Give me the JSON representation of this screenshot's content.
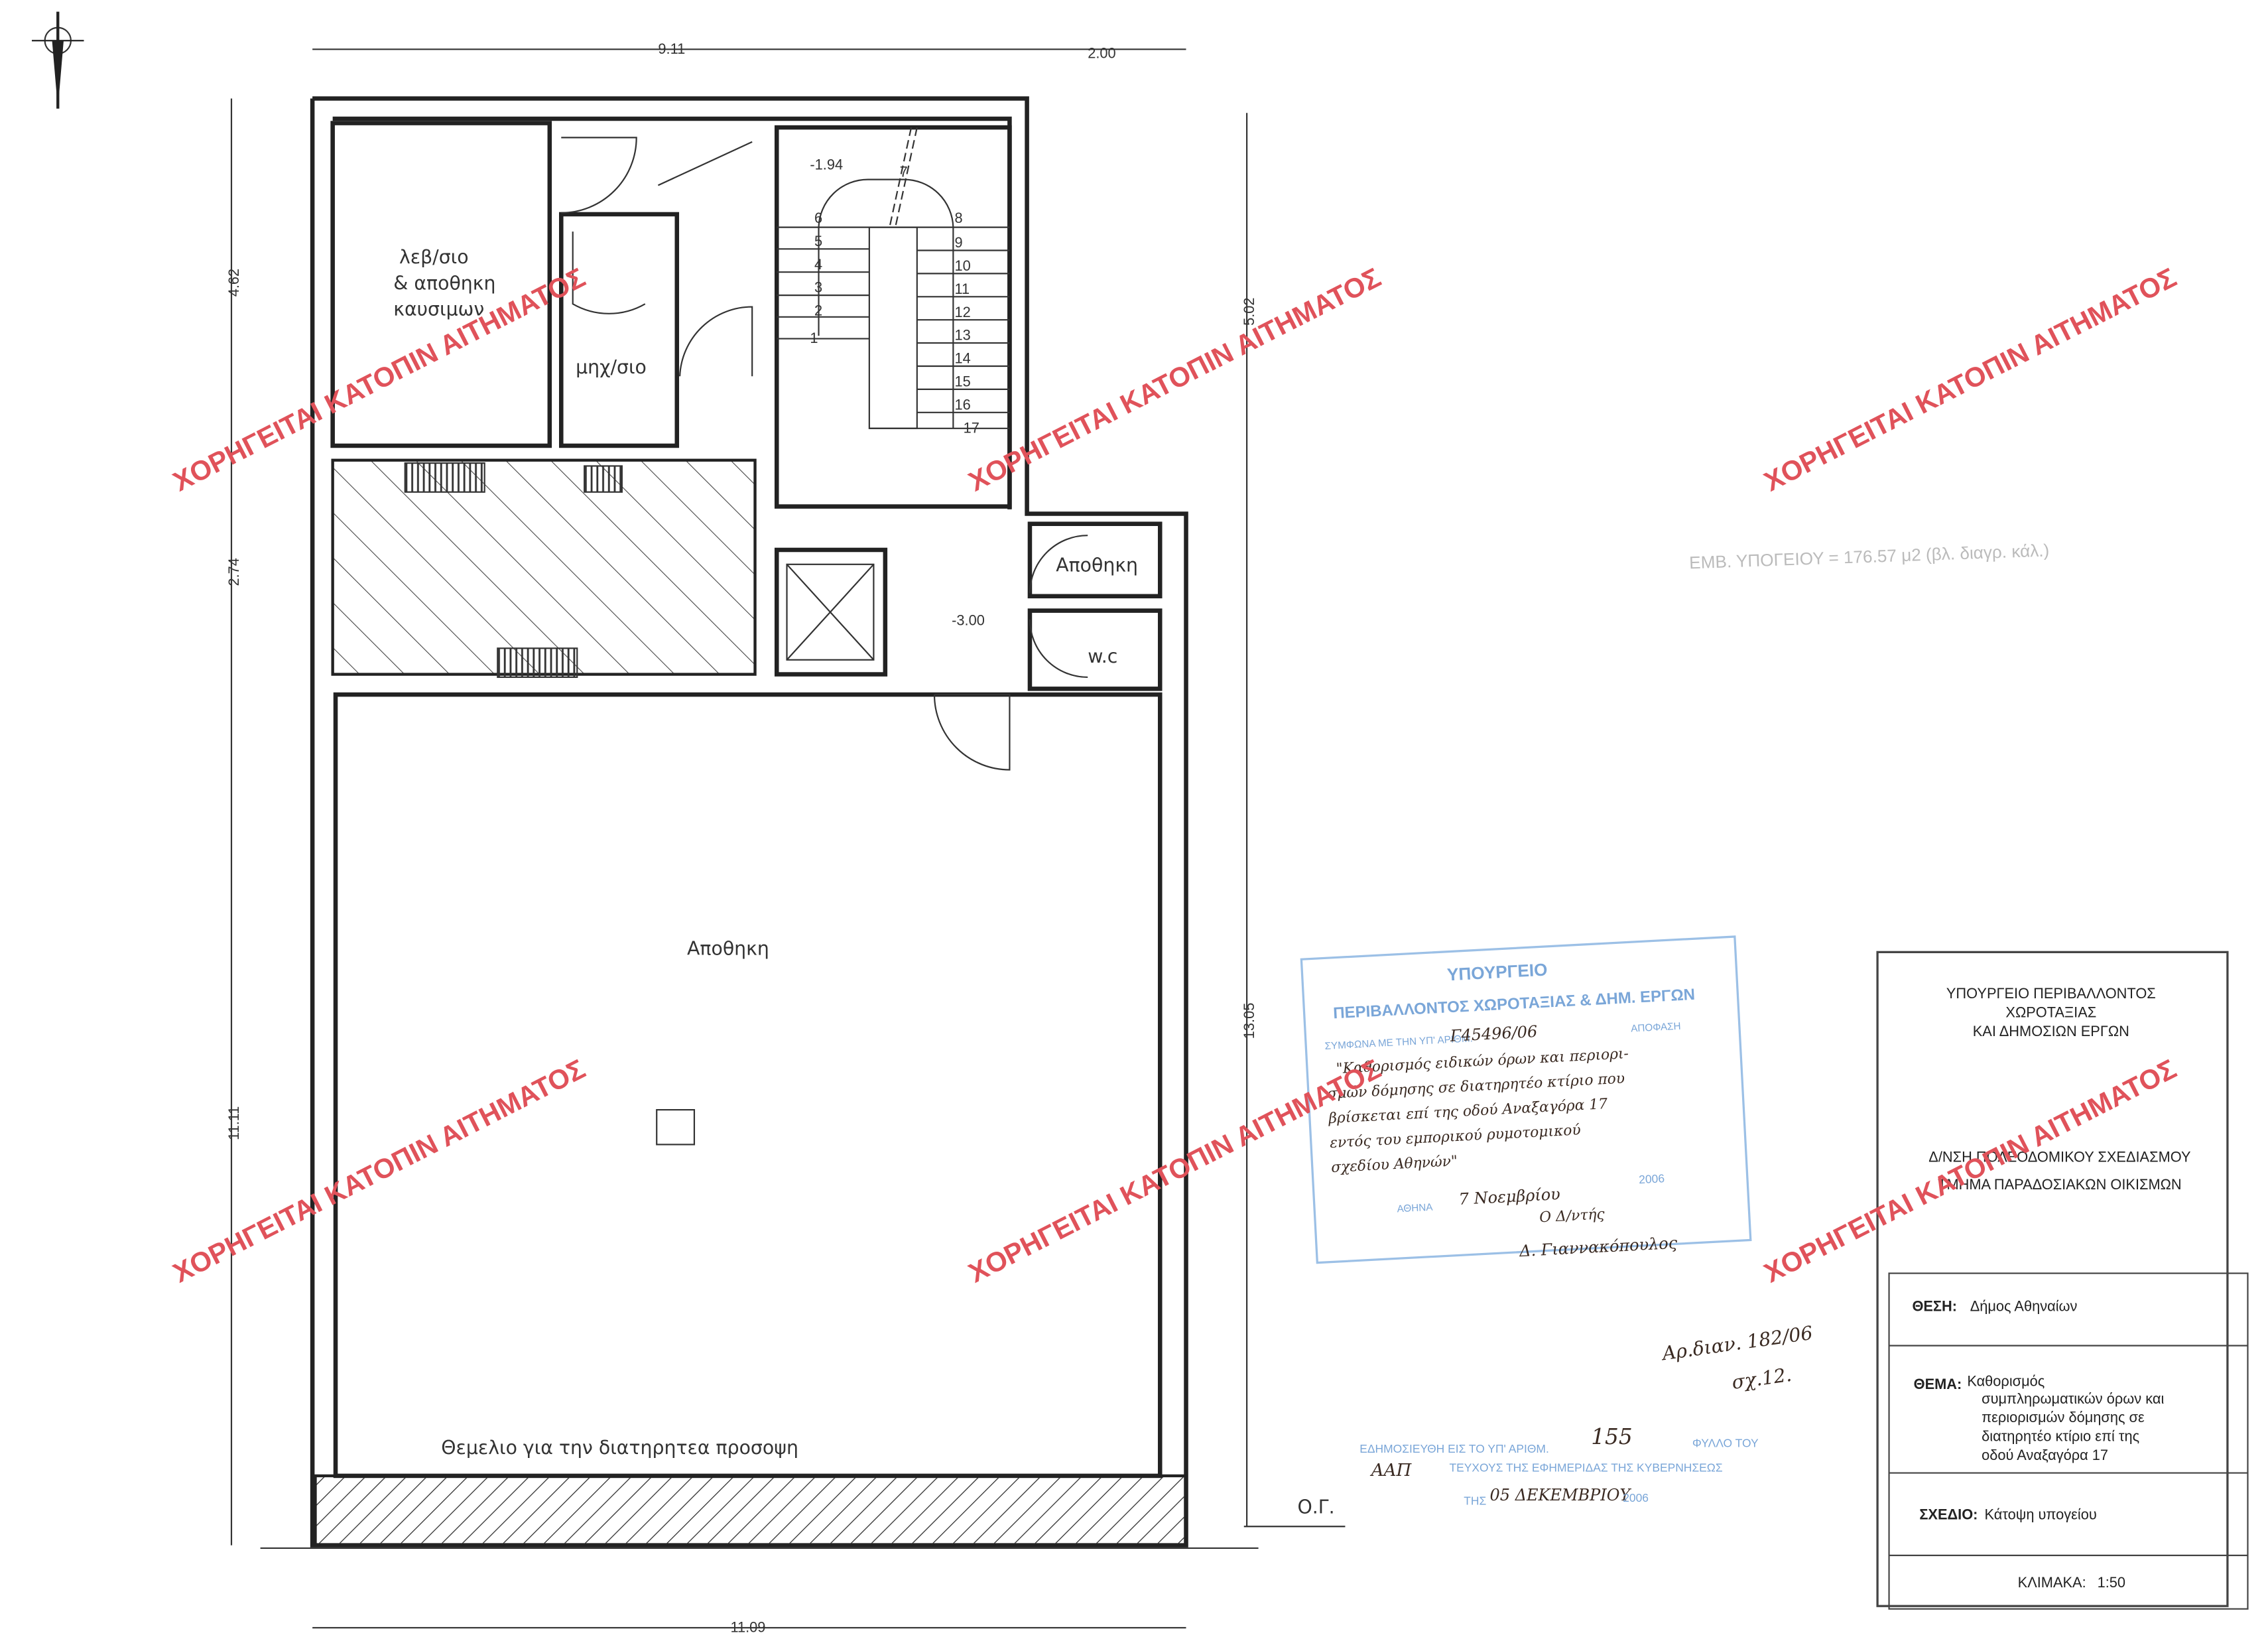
{
  "plan": {
    "rooms": {
      "boiler_room": [
        "λεβ/σιο",
        "& αποθηκη",
        "καυσιμων"
      ],
      "machine_room": "μηχ/σιο",
      "storage_small": "Αποθηκη",
      "wc": "w.c",
      "storage_main": "Αποθηκη",
      "foundation_note": "Θεμελιο για την διατηρητεα προσοψη"
    },
    "levels": {
      "stair": "-1.94",
      "landing": "-3.00"
    },
    "stair_steps": [
      "1",
      "2",
      "3",
      "4",
      "5",
      "6",
      "7",
      "8",
      "9",
      "10",
      "11",
      "12",
      "13",
      "14",
      "15",
      "16",
      "17"
    ],
    "dimensions": {
      "top_left": "9.11",
      "top_right": "2.00",
      "left_1": "4.62",
      "left_2": "2.74",
      "left_3": "11.11",
      "right_1": "5.02",
      "right_2": "13.05",
      "bottom": "11.09"
    },
    "building_line": "Ο.Γ.",
    "area_note": "ΕΜΒ. ΥΠΟΓΕΙΟΥ = 176.57 μ2 (βλ. διαγρ. κάλ.)"
  },
  "watermark": "ΧΟΡΗΓΕΙΤΑΙ ΚΑΤΟΠΙΝ ΑΙΤΗΜΑΤΟΣ",
  "approval_stamp": {
    "header1": "ΥΠΟΥΡΓΕΙΟ",
    "header2": "ΠΕΡΙΒΑΛΛΟΝΤΟΣ ΧΩΡΟΤΑΞΙΑΣ & ΔΗΜ. ΕΡΓΩΝ",
    "decision_label": "ΑΠΟΦΑΣΗ",
    "number_label": "ΣΥΜΦΩΝΑ ΜΕ ΤΗΝ ΥΠ' ΑΡΙΘΜ.",
    "decision_number": "Γ45496/06",
    "handwritten": [
      "\"Καθορισμός ειδικών όρων και περιορι-",
      "σμών δόμησης σε διατηρητέο κτίριο που",
      "βρίσκεται επί της οδού Αναξαγόρα 17",
      "εντός του εμπορικού ρυμοτομικού",
      "σχεδίου Αθηνών\""
    ],
    "city_label": "ΑΘΗΝΑ",
    "date": "7 Νοεμβρίου",
    "year": "2006",
    "role": "Ο Δ/ντής",
    "signature": "Δ. Γιαννακόπουλος"
  },
  "handnote": {
    "line1": "Αρ.διαν. 182/06",
    "line2": "σχ.12."
  },
  "publication_stamp": {
    "line1_prefix": "ΕΔΗΜΟΣΙΕΥΘΗ ΕΙΣ ΤΟ ΥΠ' ΑΡΙΘΜ.",
    "sheet_number": "155",
    "line1_suffix": "ΦΥΛΛΟ ΤΟΥ",
    "issue": "ΑΑΠ",
    "line2": "ΤΕΥΧΟΥΣ ΤΗΣ ΕΦΗΜΕΡΙΔΑΣ ΤΗΣ ΚΥΒΕΡΝΗΣΕΩΣ",
    "line3_prefix": "ΤΗΣ",
    "date": "05 ΔΕΚΕΜΒΡΙΟΥ",
    "year": "2006"
  },
  "title_block": {
    "ministry": [
      "ΥΠΟΥΡΓΕΙΟ ΠΕΡΙΒΑΛΛΟΝΤΟΣ",
      "ΧΩΡΟΤΑΞΙΑΣ",
      "ΚΑΙ ΔΗΜΟΣΙΩΝ ΕΡΓΩΝ"
    ],
    "directorate": "Δ/ΝΣΗ ΠΟΛΕΟΔΟΜΙΚΟΥ ΣΧΕΔΙΑΣΜΟΥ",
    "department": "ΤΜΗΜΑ ΠΑΡΑΔΟΣΙΑΚΩΝ ΟΙΚΙΣΜΩΝ",
    "location_label": "ΘΕΣΗ:",
    "location": "Δήμος Αθηναίων",
    "subject_label": "ΘΕΜΑ:",
    "subject": [
      "Καθορισμός",
      "συμπληρωματικών όρων και",
      "περιορισμών δόμησης σε",
      "διατηρητέο κτίριο επί της",
      "οδού Αναξαγόρα 17"
    ],
    "drawing_label": "ΣΧΕΔΙΟ:",
    "drawing": "Κάτοψη υπογείου",
    "scale_label": "ΚΛΙΜΑΚΑ:",
    "scale": "1:50"
  },
  "colors": {
    "watermark": "#e0525a",
    "stamp": "#7aa6d8",
    "ink": "#222222"
  }
}
